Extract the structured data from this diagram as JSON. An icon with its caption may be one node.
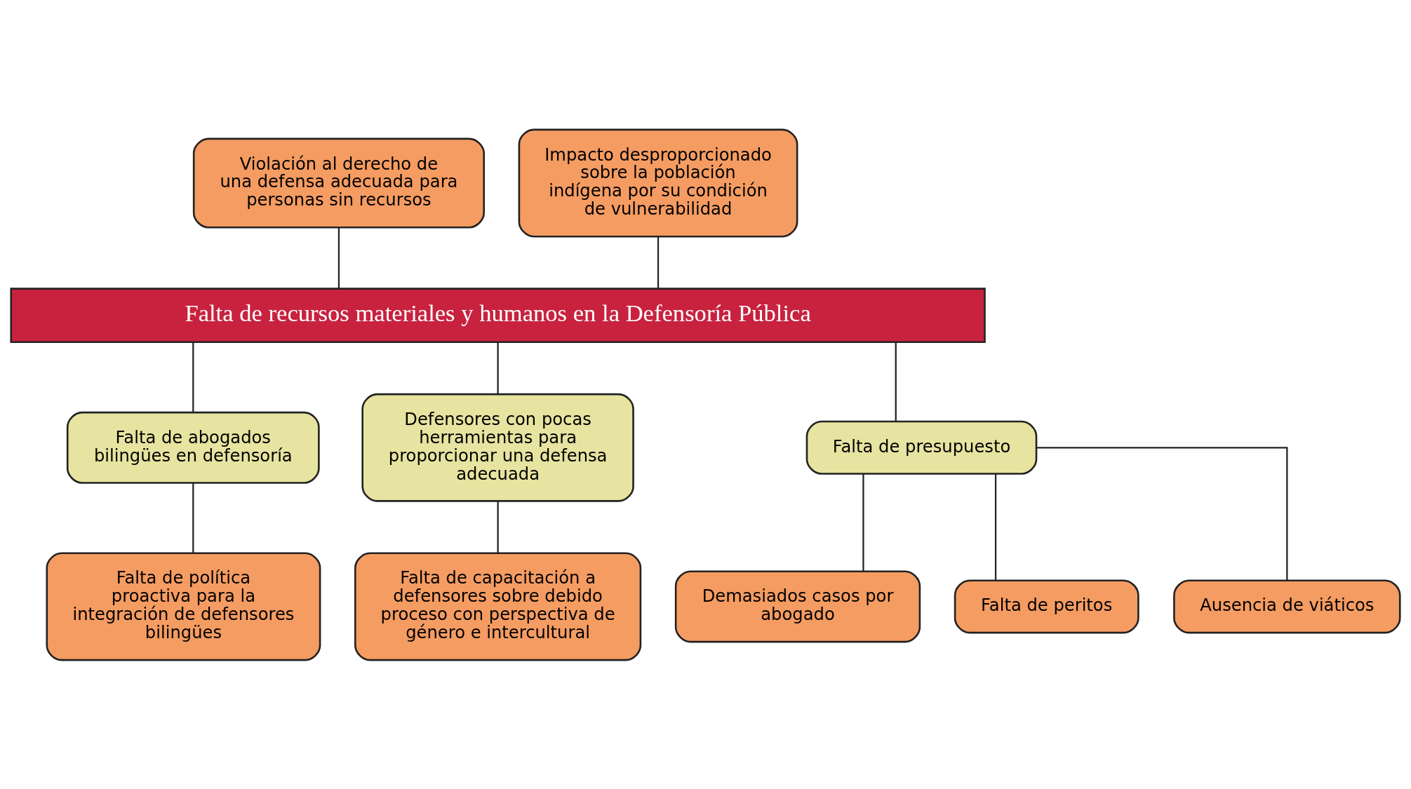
{
  "diagram": {
    "nodes": [
      {
        "text": [
          "Violación al derecho de una defensa adecuada para personas sin recursos"
        ]
      },
      {
        "text": [
          "Impacto desproporcionado sobre la población indígena por su condición de vulnerabilidad"
        ]
      },
      {
        "text": [
          "Falta de recursos materiales y humanos en la Defensoría Pública"
        ]
      },
      {
        "text": [
          "Demasiados casos por abogado"
        ]
      },
      {
        "text": [
          "Falta de abogados bilingües en defensoría"
        ]
      },
      {
        "text": [
          "Defensores con pocas herramientas para proporcionar una defensa adecuada"
        ]
      },
      {
        "text": [
          "Falta de presupuesto"
        ]
      },
      {
        "text": [
          "Falta de peritos"
        ]
      },
      {
        "text": [
          "Falta de política proactiva para la integración de defensores bilingües"
        ]
      },
      {
        "text": [
          "Ausencia de viáticos"
        ]
      },
      {
        "text": [
          "Falta de capacitación a defensores sobre debido proceso con perspectiva de género e intercultural"
        ]
      }
    ],
    "edges": [
      {
        "from": 0,
        "to": 2,
        "arrow": "none"
      },
      {
        "from": 1,
        "to": 2,
        "arrow": "none"
      },
      {
        "from": 2,
        "to": 6,
        "arrow": "none"
      },
      {
        "from": 2,
        "to": 4,
        "arrow": "none"
      },
      {
        "from": 2,
        "to": 5,
        "arrow": "none"
      },
      {
        "from": 6,
        "to": 3,
        "arrow": "none"
      },
      {
        "from": 6,
        "to": 7,
        "arrow": "none"
      },
      {
        "from": 6,
        "to": 9,
        "arrow": "none"
      },
      {
        "from": 4,
        "to": 8,
        "arrow": "none"
      },
      {
        "from": 5,
        "to": 10,
        "arrow": "none"
      }
    ]
  }
}
